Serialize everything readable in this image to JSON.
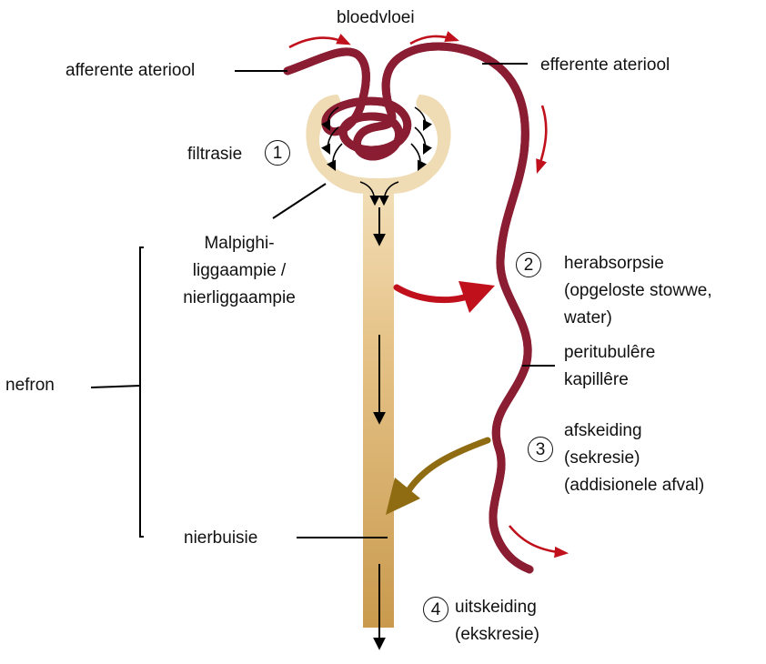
{
  "colors": {
    "vessel_outer": "#8a1d32",
    "vessel_inner": "#cc4b62",
    "capsule": "#f0dcb4",
    "tubule": "#d9b06e",
    "flow_arrow": "#c0101c",
    "secretion_arrow": "#8f6b12",
    "line": "#000000"
  },
  "labels": {
    "bloodflow": "bloedvloei",
    "afferent": "afferente ateriool",
    "efferent": "efferente ateriool",
    "filtration": "filtrasie",
    "malpighi_1": "Malpighi-",
    "malpighi_2": "liggaampie /",
    "malpighi_3": "nierliggaampie",
    "nephron": "nefron",
    "tubule": "nierbuisie",
    "reabsorption_1": "herabsorpsie",
    "reabsorption_2": "(opgeloste stowwe,",
    "reabsorption_3": "water)",
    "capillaries_1": "peritubulêre",
    "capillaries_2": "kapillêre",
    "secretion_1": "afskeiding",
    "secretion_2": "(sekresie)",
    "secretion_3": "(addisionele afval)",
    "excretion_1": "uitskeiding",
    "excretion_2": "(ekskresie)"
  },
  "steps": [
    "1",
    "2",
    "3",
    "4"
  ]
}
